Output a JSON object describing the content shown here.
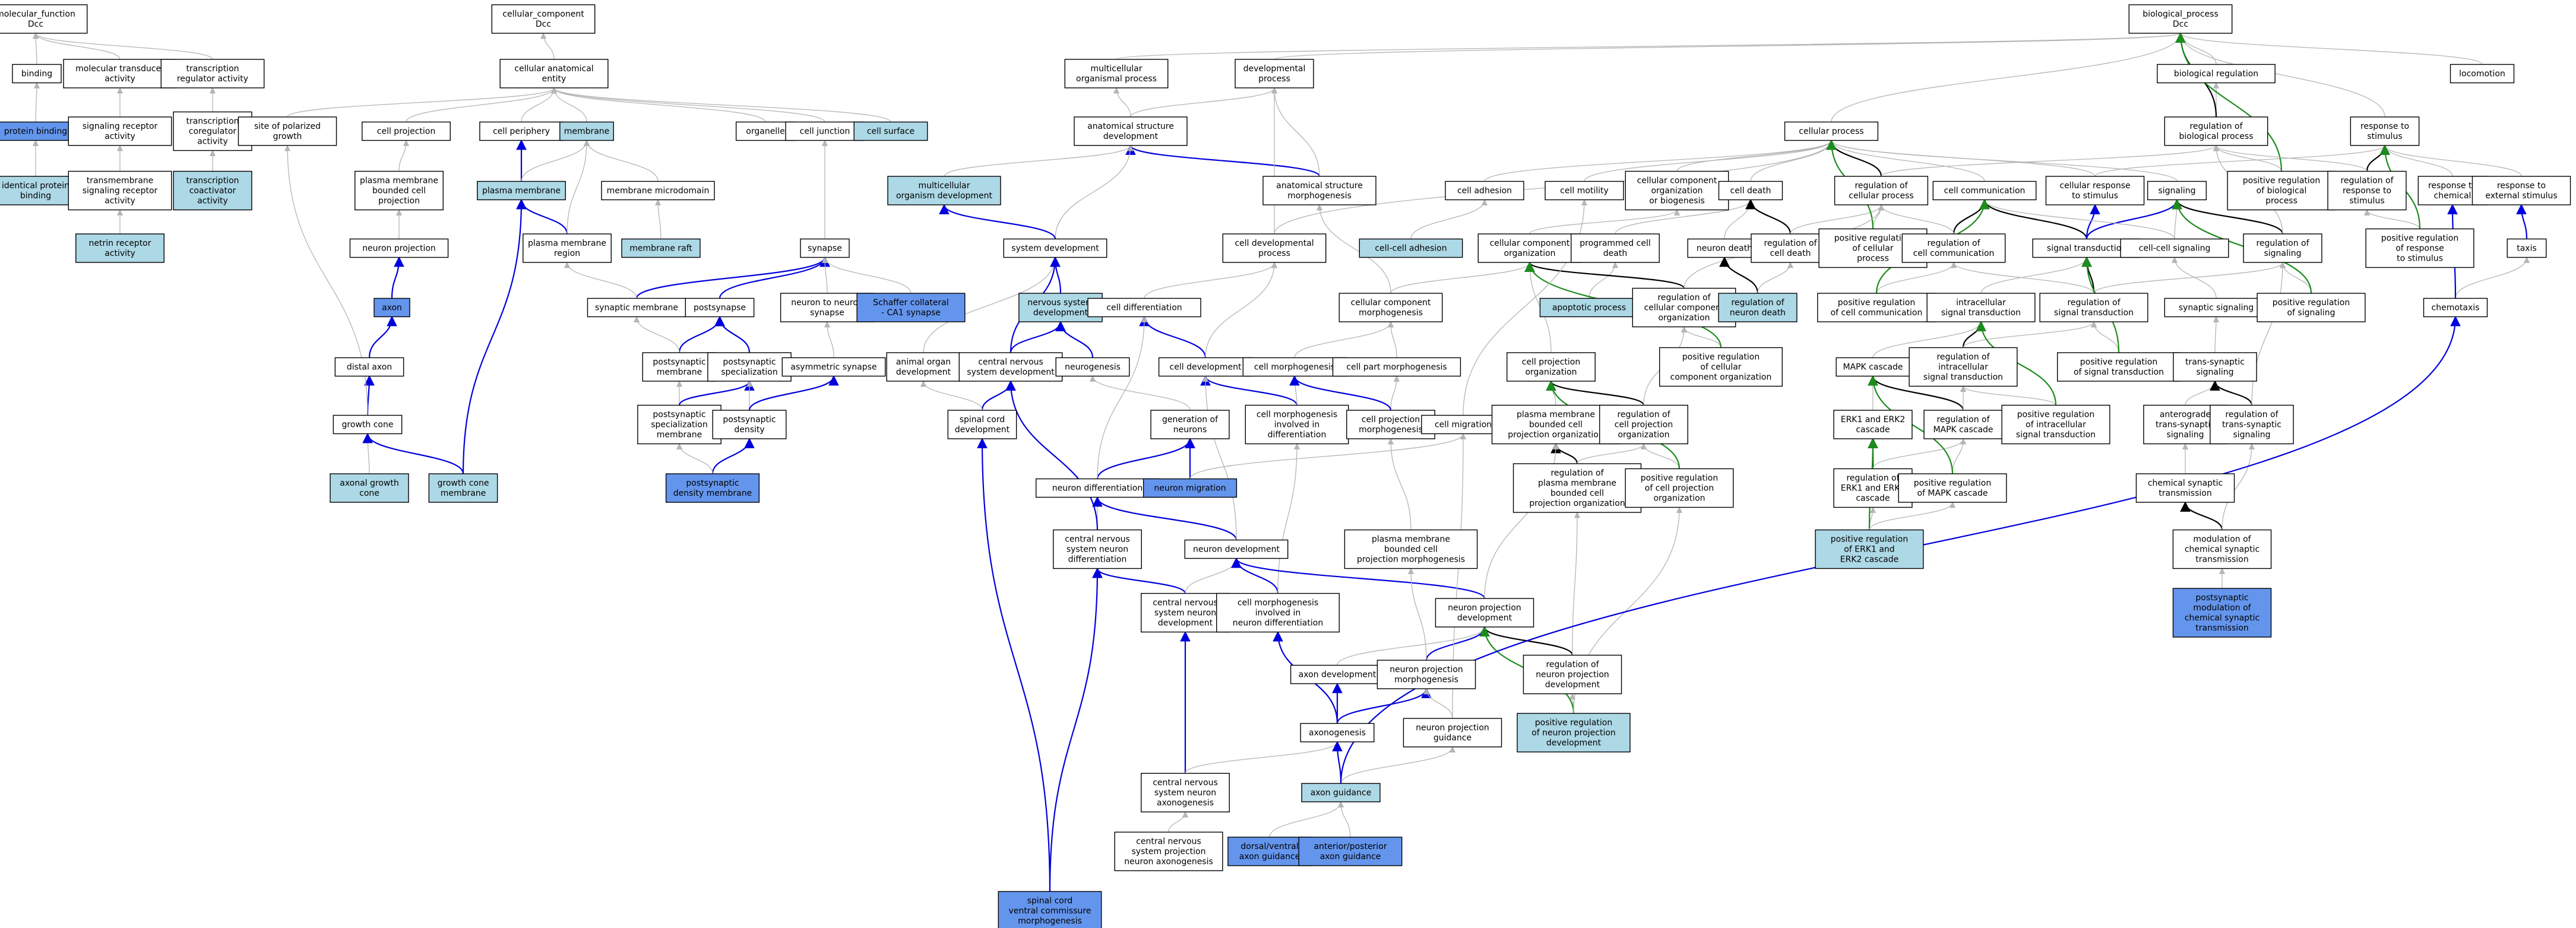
{
  "colors": {
    "default": "#ffffff",
    "light": "#add8e6",
    "blue": "#6495ed",
    "edge_is_a": "#b5b5b5",
    "edge_part_of": "#000000",
    "edge_positive": "#1c8c1c",
    "edge_blue": "#0000dd"
  },
  "nodes": [
    {
      "id": "mf",
      "fill": "default",
      "lines": [
        "molecular_function",
        "Dcc"
      ]
    },
    {
      "id": "binding",
      "fill": "default",
      "lines": [
        "binding"
      ]
    },
    {
      "id": "mta",
      "fill": "default",
      "lines": [
        "molecular transducer",
        "activity"
      ]
    },
    {
      "id": "tra",
      "fill": "default",
      "lines": [
        "transcription",
        "regulator activity"
      ]
    },
    {
      "id": "protbind",
      "fill": "blue",
      "lines": [
        "protein binding"
      ]
    },
    {
      "id": "sra",
      "fill": "default",
      "lines": [
        "signaling receptor",
        "activity"
      ]
    },
    {
      "id": "tca",
      "fill": "default",
      "lines": [
        "transcription",
        "coregulator",
        "activity"
      ]
    },
    {
      "id": "ipb",
      "fill": "light",
      "lines": [
        "identical protein",
        "binding"
      ]
    },
    {
      "id": "tmsra",
      "fill": "default",
      "lines": [
        "transmembrane",
        "signaling receptor",
        "activity"
      ]
    },
    {
      "id": "tcoa",
      "fill": "light",
      "lines": [
        "transcription",
        "coactivator",
        "activity"
      ]
    },
    {
      "id": "netrin",
      "fill": "light",
      "lines": [
        "netrin receptor",
        "activity"
      ]
    },
    {
      "id": "cc",
      "fill": "default",
      "lines": [
        "cellular_component",
        "Dcc"
      ]
    },
    {
      "id": "cae",
      "fill": "default",
      "lines": [
        "cellular anatomical",
        "entity"
      ]
    },
    {
      "id": "spg",
      "fill": "default",
      "lines": [
        "site of polarized",
        "growth"
      ]
    },
    {
      "id": "cproj",
      "fill": "default",
      "lines": [
        "cell projection"
      ]
    },
    {
      "id": "cperiph",
      "fill": "default",
      "lines": [
        "cell periphery"
      ]
    },
    {
      "id": "membrane",
      "fill": "light",
      "lines": [
        "membrane"
      ]
    },
    {
      "id": "organelle",
      "fill": "default",
      "lines": [
        "organelle"
      ]
    },
    {
      "id": "cjunction",
      "fill": "default",
      "lines": [
        "cell junction"
      ]
    },
    {
      "id": "csurface",
      "fill": "light",
      "lines": [
        "cell surface"
      ]
    },
    {
      "id": "pmbcp",
      "fill": "default",
      "lines": [
        "plasma membrane",
        "bounded cell",
        "projection"
      ]
    },
    {
      "id": "pm",
      "fill": "light",
      "lines": [
        "plasma membrane"
      ]
    },
    {
      "id": "mmicro",
      "fill": "default",
      "lines": [
        "membrane microdomain"
      ]
    },
    {
      "id": "nproj",
      "fill": "default",
      "lines": [
        "neuron projection"
      ]
    },
    {
      "id": "pmr",
      "fill": "default",
      "lines": [
        "plasma membrane",
        "region"
      ]
    },
    {
      "id": "mraft",
      "fill": "light",
      "lines": [
        "membrane raft"
      ]
    },
    {
      "id": "axon",
      "fill": "blue",
      "lines": [
        "axon"
      ]
    },
    {
      "id": "synapse",
      "fill": "default",
      "lines": [
        "synapse"
      ]
    },
    {
      "id": "synmem",
      "fill": "default",
      "lines": [
        "synaptic membrane"
      ]
    },
    {
      "id": "postsyn",
      "fill": "default",
      "lines": [
        "postsynapse"
      ]
    },
    {
      "id": "n2n",
      "fill": "default",
      "lines": [
        "neuron to neuron",
        "synapse"
      ]
    },
    {
      "id": "schaffer",
      "fill": "blue",
      "lines": [
        "Schaffer collateral",
        "- CA1 synapse"
      ]
    },
    {
      "id": "distal",
      "fill": "default",
      "lines": [
        "distal axon"
      ]
    },
    {
      "id": "psm",
      "fill": "default",
      "lines": [
        "postsynaptic",
        "membrane"
      ]
    },
    {
      "id": "pss",
      "fill": "default",
      "lines": [
        "postsynaptic",
        "specialization"
      ]
    },
    {
      "id": "asym",
      "fill": "default",
      "lines": [
        "asymmetric synapse"
      ]
    },
    {
      "id": "gcone",
      "fill": "default",
      "lines": [
        "growth cone"
      ]
    },
    {
      "id": "pssm",
      "fill": "default",
      "lines": [
        "postsynaptic",
        "specialization",
        "membrane"
      ]
    },
    {
      "id": "psd",
      "fill": "default",
      "lines": [
        "postsynaptic",
        "density"
      ]
    },
    {
      "id": "agc",
      "fill": "light",
      "lines": [
        "axonal growth",
        "cone"
      ]
    },
    {
      "id": "gcm",
      "fill": "light",
      "lines": [
        "growth cone",
        "membrane"
      ]
    },
    {
      "id": "psdm",
      "fill": "blue",
      "lines": [
        "postsynaptic",
        "density membrane"
      ]
    },
    {
      "id": "bp",
      "fill": "default",
      "lines": [
        "biological_process",
        "Dcc"
      ]
    },
    {
      "id": "mop",
      "fill": "default",
      "lines": [
        "multicellular",
        "organismal process"
      ]
    },
    {
      "id": "devp",
      "fill": "default",
      "lines": [
        "developmental",
        "process"
      ]
    },
    {
      "id": "bioreg",
      "fill": "default",
      "lines": [
        "biological regulation"
      ]
    },
    {
      "id": "locomotion",
      "fill": "default",
      "lines": [
        "locomotion"
      ]
    },
    {
      "id": "asd",
      "fill": "default",
      "lines": [
        "anatomical structure",
        "development"
      ]
    },
    {
      "id": "cellp",
      "fill": "default",
      "lines": [
        "cellular process"
      ]
    },
    {
      "id": "rbp",
      "fill": "default",
      "lines": [
        "regulation of",
        "biological process"
      ]
    },
    {
      "id": "rts",
      "fill": "default",
      "lines": [
        "response to",
        "stimulus"
      ]
    },
    {
      "id": "mod",
      "fill": "light",
      "lines": [
        "multicellular",
        "organism development"
      ]
    },
    {
      "id": "asm",
      "fill": "default",
      "lines": [
        "anatomical structure",
        "morphogenesis"
      ]
    },
    {
      "id": "cadh",
      "fill": "default",
      "lines": [
        "cell adhesion"
      ]
    },
    {
      "id": "cmot",
      "fill": "default",
      "lines": [
        "cell motility"
      ]
    },
    {
      "id": "ccob",
      "fill": "default",
      "lines": [
        "cellular component",
        "organization",
        "or biogenesis"
      ]
    },
    {
      "id": "cdeath",
      "fill": "default",
      "lines": [
        "cell death"
      ]
    },
    {
      "id": "rcp",
      "fill": "default",
      "lines": [
        "regulation of",
        "cellular process"
      ]
    },
    {
      "id": "ccomm",
      "fill": "default",
      "lines": [
        "cell communication"
      ]
    },
    {
      "id": "crs",
      "fill": "default",
      "lines": [
        "cellular response",
        "to stimulus"
      ]
    },
    {
      "id": "signaling",
      "fill": "default",
      "lines": [
        "signaling"
      ]
    },
    {
      "id": "prbp",
      "fill": "default",
      "lines": [
        "positive regulation",
        "of biological",
        "process"
      ]
    },
    {
      "id": "rrs",
      "fill": "default",
      "lines": [
        "regulation of",
        "response to",
        "stimulus"
      ]
    },
    {
      "id": "rtc",
      "fill": "default",
      "lines": [
        "response to",
        "chemical"
      ]
    },
    {
      "id": "rtes",
      "fill": "default",
      "lines": [
        "response to",
        "external stimulus"
      ]
    },
    {
      "id": "sysdev",
      "fill": "default",
      "lines": [
        "system development"
      ]
    },
    {
      "id": "cdp",
      "fill": "default",
      "lines": [
        "cell developmental",
        "process"
      ]
    },
    {
      "id": "ccadh",
      "fill": "light",
      "lines": [
        "cell-cell adhesion"
      ]
    },
    {
      "id": "cco",
      "fill": "default",
      "lines": [
        "cellular component",
        "organization"
      ]
    },
    {
      "id": "pcd",
      "fill": "default",
      "lines": [
        "programmed cell",
        "death"
      ]
    },
    {
      "id": "ndeath",
      "fill": "default",
      "lines": [
        "neuron death"
      ]
    },
    {
      "id": "rcd",
      "fill": "default",
      "lines": [
        "regulation of",
        "cell death"
      ]
    },
    {
      "id": "prcp",
      "fill": "default",
      "lines": [
        "positive regulation",
        "of cellular",
        "process"
      ]
    },
    {
      "id": "rcc",
      "fill": "default",
      "lines": [
        "regulation of",
        "cell communication"
      ]
    },
    {
      "id": "st",
      "fill": "default",
      "lines": [
        "signal transduction"
      ]
    },
    {
      "id": "ccsig",
      "fill": "default",
      "lines": [
        "cell-cell signaling"
      ]
    },
    {
      "id": "rsig",
      "fill": "default",
      "lines": [
        "regulation of",
        "signaling"
      ]
    },
    {
      "id": "prrs",
      "fill": "default",
      "lines": [
        "positive regulation",
        "of response",
        "to stimulus"
      ]
    },
    {
      "id": "taxis",
      "fill": "default",
      "lines": [
        "taxis"
      ]
    },
    {
      "id": "nsd",
      "fill": "light",
      "lines": [
        "nervous system",
        "development"
      ]
    },
    {
      "id": "cdiff",
      "fill": "default",
      "lines": [
        "cell differentiation"
      ]
    },
    {
      "id": "ccm",
      "fill": "default",
      "lines": [
        "cellular component",
        "morphogenesis"
      ]
    },
    {
      "id": "apop",
      "fill": "light",
      "lines": [
        "apoptotic process"
      ]
    },
    {
      "id": "rcco",
      "fill": "default",
      "lines": [
        "regulation of",
        "cellular component",
        "organization"
      ]
    },
    {
      "id": "rnd",
      "fill": "light",
      "lines": [
        "regulation of",
        "neuron death"
      ]
    },
    {
      "id": "prcc",
      "fill": "default",
      "lines": [
        "positive regulation",
        "of cell communication"
      ]
    },
    {
      "id": "ist",
      "fill": "default",
      "lines": [
        "intracellular",
        "signal transduction"
      ]
    },
    {
      "id": "rst",
      "fill": "default",
      "lines": [
        "regulation of",
        "signal transduction"
      ]
    },
    {
      "id": "synsig",
      "fill": "default",
      "lines": [
        "synaptic signaling"
      ]
    },
    {
      "id": "prsig",
      "fill": "default",
      "lines": [
        "positive regulation",
        "of signaling"
      ]
    },
    {
      "id": "chemotaxis",
      "fill": "default",
      "lines": [
        "chemotaxis"
      ]
    },
    {
      "id": "aod",
      "fill": "default",
      "lines": [
        "animal organ",
        "development"
      ]
    },
    {
      "id": "cnsd",
      "fill": "default",
      "lines": [
        "central nervous",
        "system development"
      ]
    },
    {
      "id": "neurogen",
      "fill": "default",
      "lines": [
        "neurogenesis"
      ]
    },
    {
      "id": "celldev",
      "fill": "default",
      "lines": [
        "cell development"
      ]
    },
    {
      "id": "cmorph",
      "fill": "default",
      "lines": [
        "cell morphogenesis"
      ]
    },
    {
      "id": "cpm",
      "fill": "default",
      "lines": [
        "cell part morphogenesis"
      ]
    },
    {
      "id": "cpo",
      "fill": "default",
      "lines": [
        "cell projection",
        "organization"
      ]
    },
    {
      "id": "prcco",
      "fill": "default",
      "lines": [
        "positive regulation",
        "of cellular",
        "component organization"
      ]
    },
    {
      "id": "mapk",
      "fill": "default",
      "lines": [
        "MAPK cascade"
      ]
    },
    {
      "id": "rist",
      "fill": "default",
      "lines": [
        "regulation of",
        "intracellular",
        "signal transduction"
      ]
    },
    {
      "id": "prst",
      "fill": "default",
      "lines": [
        "positive regulation",
        "of signal transduction"
      ]
    },
    {
      "id": "tss",
      "fill": "default",
      "lines": [
        "trans-synaptic",
        "signaling"
      ]
    },
    {
      "id": "scd",
      "fill": "default",
      "lines": [
        "spinal cord",
        "development"
      ]
    },
    {
      "id": "gon",
      "fill": "default",
      "lines": [
        "generation of",
        "neurons"
      ]
    },
    {
      "id": "cmid",
      "fill": "default",
      "lines": [
        "cell morphogenesis",
        "involved in",
        "differentiation"
      ]
    },
    {
      "id": "cpmorph",
      "fill": "default",
      "lines": [
        "cell projection",
        "morphogenesis"
      ]
    },
    {
      "id": "cmig",
      "fill": "default",
      "lines": [
        "cell migration"
      ]
    },
    {
      "id": "pmbcpo",
      "fill": "default",
      "lines": [
        "plasma membrane",
        "bounded cell",
        "projection organization"
      ]
    },
    {
      "id": "rcpo",
      "fill": "default",
      "lines": [
        "regulation of",
        "cell projection",
        "organization"
      ]
    },
    {
      "id": "erk",
      "fill": "default",
      "lines": [
        "ERK1 and ERK2",
        "cascade"
      ]
    },
    {
      "id": "rmapk",
      "fill": "default",
      "lines": [
        "regulation of",
        "MAPK cascade"
      ]
    },
    {
      "id": "prist",
      "fill": "default",
      "lines": [
        "positive regulation",
        "of intracellular",
        "signal transduction"
      ]
    },
    {
      "id": "ats",
      "fill": "default",
      "lines": [
        "anterograde",
        "trans-synaptic",
        "signaling"
      ]
    },
    {
      "id": "rtss",
      "fill": "default",
      "lines": [
        "regulation of",
        "trans-synaptic",
        "signaling"
      ]
    },
    {
      "id": "ndiff",
      "fill": "default",
      "lines": [
        "neuron differentiation"
      ]
    },
    {
      "id": "nmig",
      "fill": "blue",
      "lines": [
        "neuron migration"
      ]
    },
    {
      "id": "rpmbcpo",
      "fill": "default",
      "lines": [
        "regulation of",
        "plasma membrane",
        "bounded cell",
        "projection organization"
      ]
    },
    {
      "id": "prcpo",
      "fill": "default",
      "lines": [
        "positive regulation",
        "of cell projection",
        "organization"
      ]
    },
    {
      "id": "rerk",
      "fill": "default",
      "lines": [
        "regulation of",
        "ERK1 and ERK2",
        "cascade"
      ]
    },
    {
      "id": "prmapk",
      "fill": "default",
      "lines": [
        "positive regulation",
        "of MAPK cascade"
      ]
    },
    {
      "id": "cst",
      "fill": "default",
      "lines": [
        "chemical synaptic",
        "transmission"
      ]
    },
    {
      "id": "cnsnd",
      "fill": "default",
      "lines": [
        "central nervous",
        "system neuron",
        "differentiation"
      ]
    },
    {
      "id": "ndev",
      "fill": "default",
      "lines": [
        "neuron development"
      ]
    },
    {
      "id": "pmbcpm",
      "fill": "default",
      "lines": [
        "plasma membrane",
        "bounded cell",
        "projection morphogenesis"
      ]
    },
    {
      "id": "prerk",
      "fill": "light",
      "lines": [
        "positive regulation",
        "of ERK1 and",
        "ERK2 cascade"
      ]
    },
    {
      "id": "mcst",
      "fill": "default",
      "lines": [
        "modulation of",
        "chemical synaptic",
        "transmission"
      ]
    },
    {
      "id": "cnsndev",
      "fill": "default",
      "lines": [
        "central nervous",
        "system neuron",
        "development"
      ]
    },
    {
      "id": "cmind",
      "fill": "default",
      "lines": [
        "cell morphogenesis",
        "involved in",
        "neuron differentiation"
      ]
    },
    {
      "id": "npd",
      "fill": "default",
      "lines": [
        "neuron projection",
        "development"
      ]
    },
    {
      "id": "pmcst",
      "fill": "blue",
      "lines": [
        "postsynaptic",
        "modulation of",
        "chemical synaptic",
        "transmission"
      ]
    },
    {
      "id": "axdev",
      "fill": "default",
      "lines": [
        "axon development"
      ]
    },
    {
      "id": "npm",
      "fill": "default",
      "lines": [
        "neuron projection",
        "morphogenesis"
      ]
    },
    {
      "id": "rnpd",
      "fill": "default",
      "lines": [
        "regulation of",
        "neuron projection",
        "development"
      ]
    },
    {
      "id": "axonogen",
      "fill": "default",
      "lines": [
        "axonogenesis"
      ]
    },
    {
      "id": "npg",
      "fill": "default",
      "lines": [
        "neuron projection",
        "guidance"
      ]
    },
    {
      "id": "prnpd",
      "fill": "light",
      "lines": [
        "positive regulation",
        "of neuron projection",
        "development"
      ]
    },
    {
      "id": "cnsnax",
      "fill": "default",
      "lines": [
        "central nervous",
        "system neuron",
        "axonogenesis"
      ]
    },
    {
      "id": "axg",
      "fill": "light",
      "lines": [
        "axon guidance"
      ]
    },
    {
      "id": "cnspnax",
      "fill": "default",
      "lines": [
        "central nervous",
        "system projection",
        "neuron axonogenesis"
      ]
    },
    {
      "id": "dvag",
      "fill": "blue",
      "lines": [
        "dorsal/ventral",
        "axon guidance"
      ]
    },
    {
      "id": "apag",
      "fill": "blue",
      "lines": [
        "anterior/posterior",
        "axon guidance"
      ]
    },
    {
      "id": "scvcm",
      "fill": "blue",
      "lines": [
        "spinal cord",
        "ventral commissure",
        "morphogenesis"
      ]
    }
  ]
}
